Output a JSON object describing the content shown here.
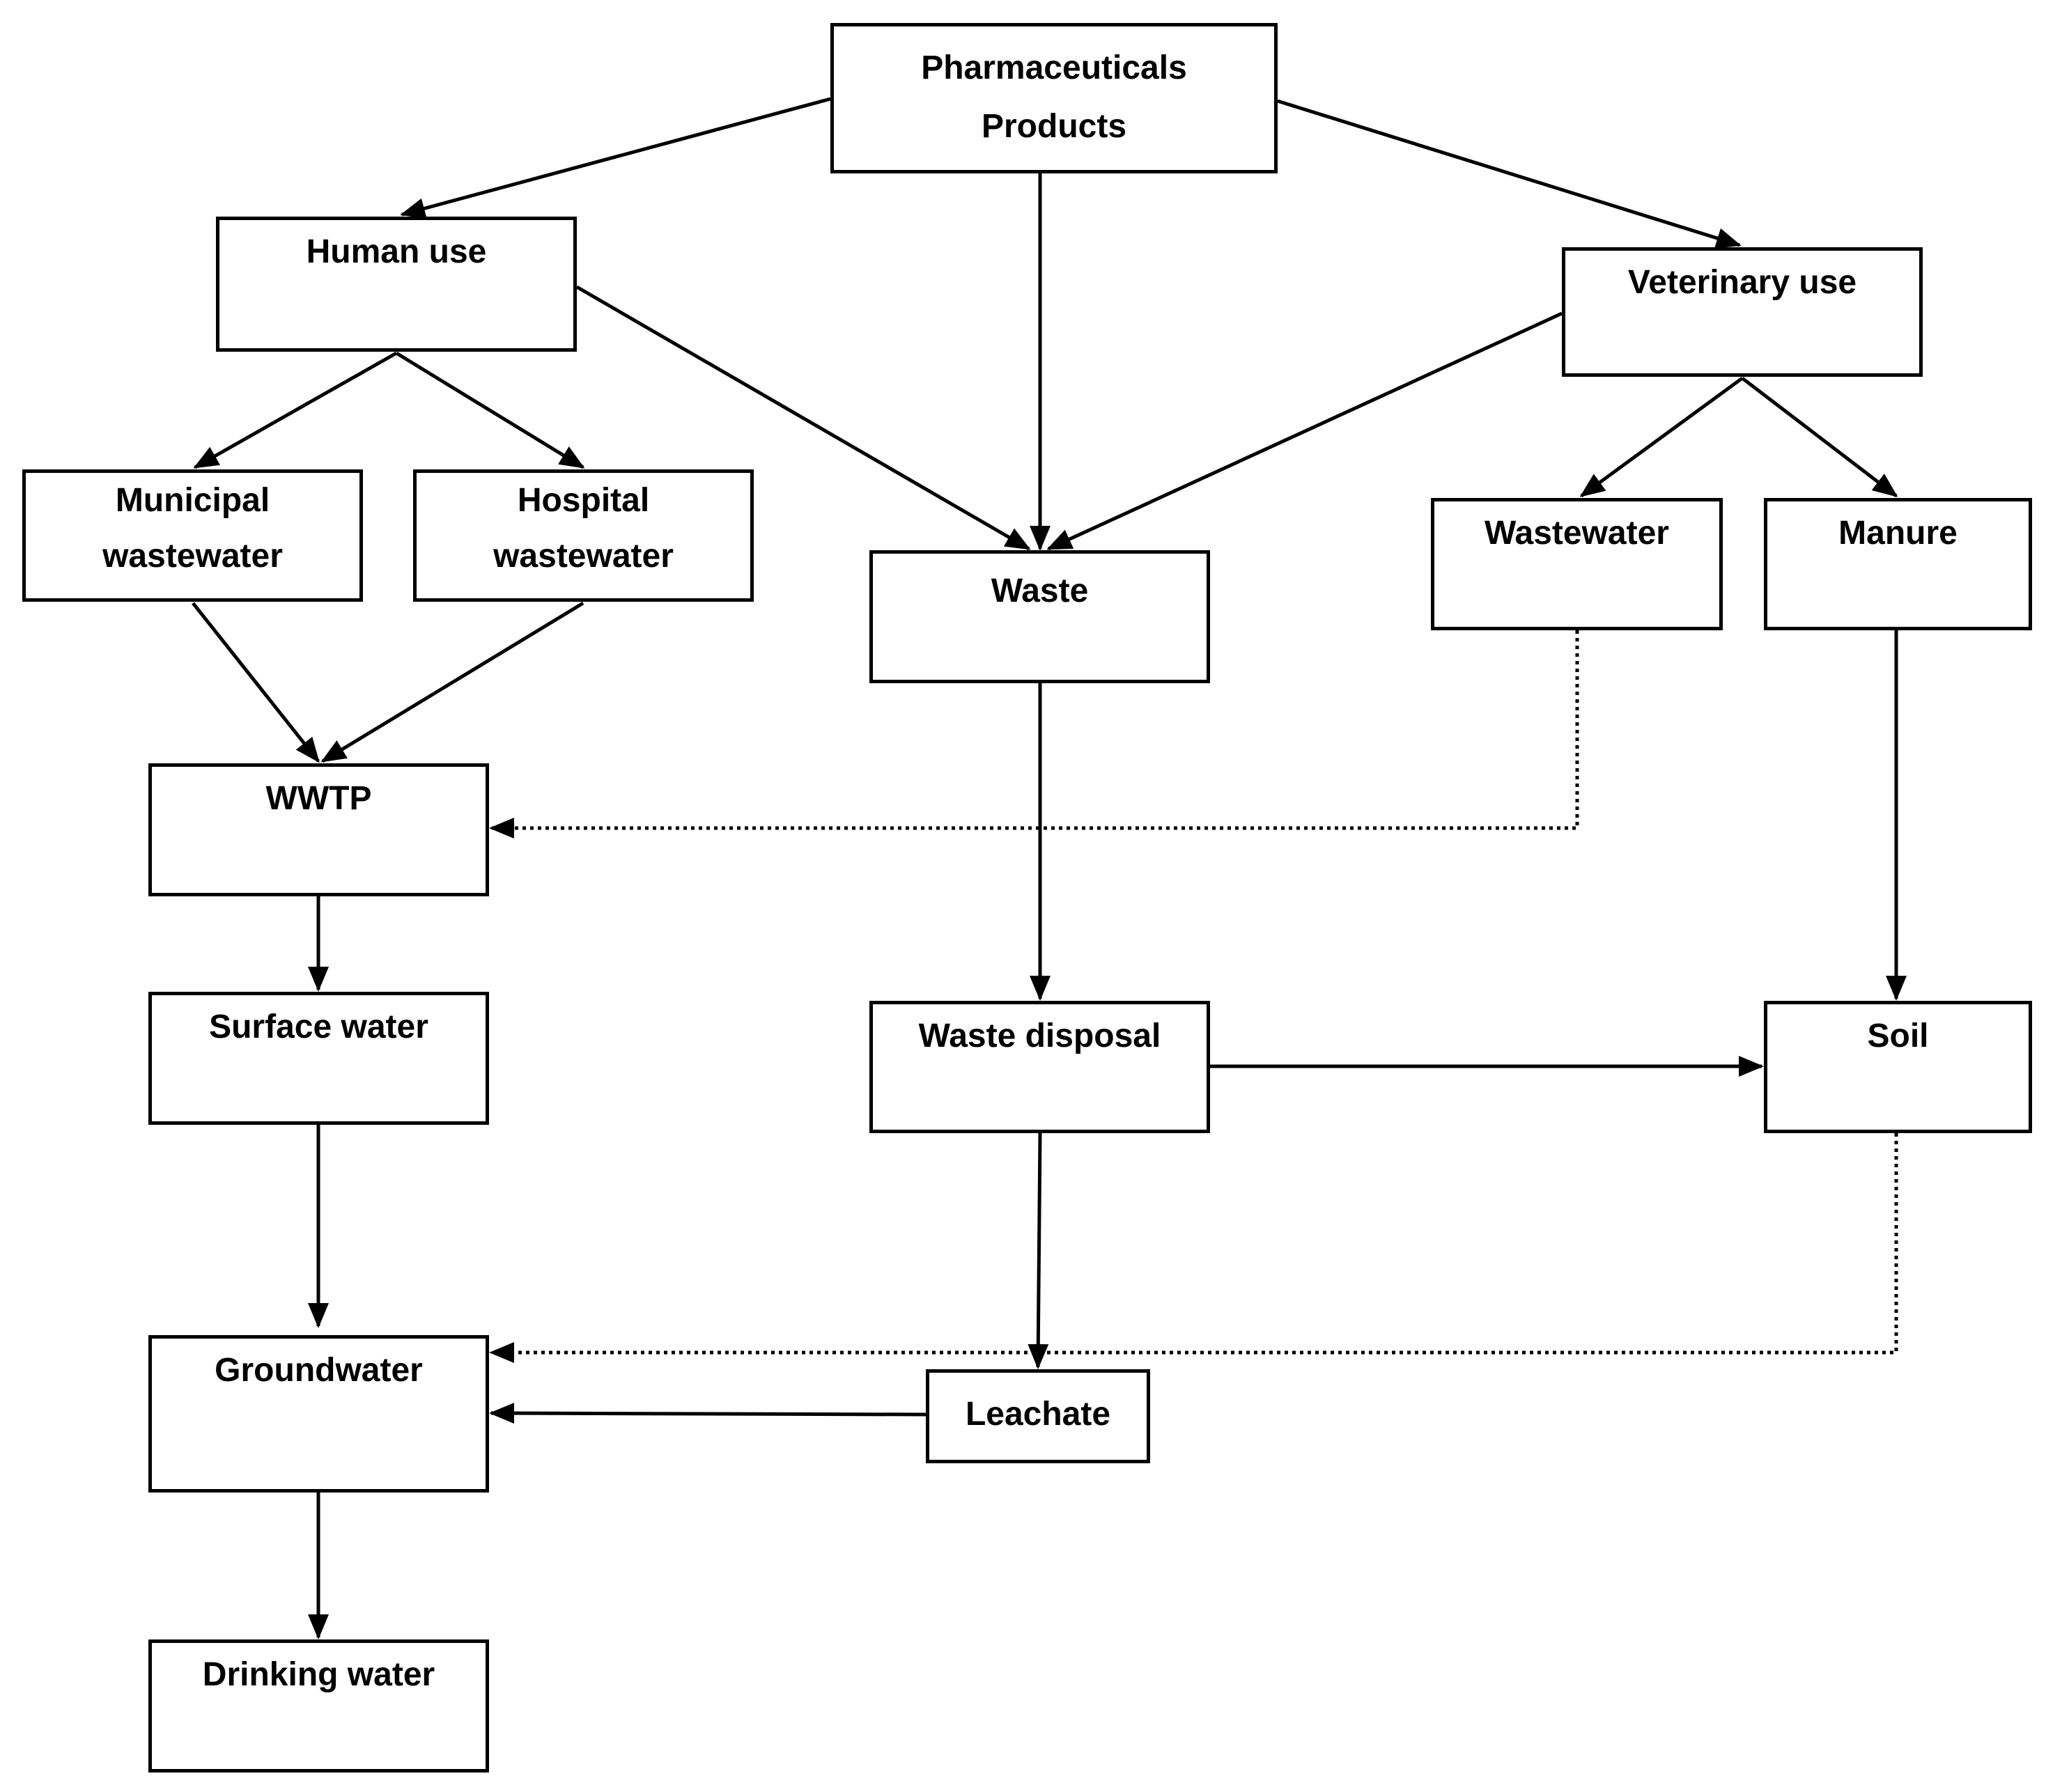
{
  "nodes": {
    "pharma": {
      "line1": "Pharmaceuticals",
      "line2": "Products"
    },
    "human_use": {
      "label": "Human use"
    },
    "veterinary_use": {
      "label": "Veterinary use"
    },
    "municipal": {
      "line1": "Municipal",
      "line2": "wastewater"
    },
    "hospital": {
      "line1": "Hospital",
      "line2": "wastewater"
    },
    "waste": {
      "label": "Waste"
    },
    "vet_wastewater": {
      "label": "Wastewater"
    },
    "manure": {
      "label": "Manure"
    },
    "wwtp": {
      "label": "WWTP"
    },
    "surface_water": {
      "label": "Surface water"
    },
    "waste_disposal": {
      "label": "Waste disposal"
    },
    "soil": {
      "label": "Soil"
    },
    "groundwater": {
      "label": "Groundwater"
    },
    "leachate": {
      "label": "Leachate"
    },
    "drinking_water": {
      "label": "Drinking water"
    }
  },
  "edges": [
    {
      "from": "Pharmaceuticals Products",
      "to": "Human use",
      "style": "solid"
    },
    {
      "from": "Pharmaceuticals Products",
      "to": "Waste",
      "style": "solid"
    },
    {
      "from": "Pharmaceuticals Products",
      "to": "Veterinary use",
      "style": "solid"
    },
    {
      "from": "Human use",
      "to": "Municipal wastewater",
      "style": "solid"
    },
    {
      "from": "Human use",
      "to": "Hospital wastewater",
      "style": "solid"
    },
    {
      "from": "Human use",
      "to": "Waste",
      "style": "solid"
    },
    {
      "from": "Veterinary use",
      "to": "Waste",
      "style": "solid"
    },
    {
      "from": "Veterinary use",
      "to": "Wastewater",
      "style": "solid"
    },
    {
      "from": "Veterinary use",
      "to": "Manure",
      "style": "solid"
    },
    {
      "from": "Municipal wastewater",
      "to": "WWTP",
      "style": "solid"
    },
    {
      "from": "Hospital wastewater",
      "to": "WWTP",
      "style": "solid"
    },
    {
      "from": "Wastewater",
      "to": "WWTP",
      "style": "dotted"
    },
    {
      "from": "Waste",
      "to": "Waste disposal",
      "style": "solid"
    },
    {
      "from": "Manure",
      "to": "Soil",
      "style": "solid"
    },
    {
      "from": "WWTP",
      "to": "Surface water",
      "style": "solid"
    },
    {
      "from": "Waste disposal",
      "to": "Soil",
      "style": "solid"
    },
    {
      "from": "Waste disposal",
      "to": "Leachate",
      "style": "solid"
    },
    {
      "from": "Surface water",
      "to": "Groundwater",
      "style": "solid"
    },
    {
      "from": "Soil",
      "to": "Groundwater",
      "style": "dotted"
    },
    {
      "from": "Leachate",
      "to": "Groundwater",
      "style": "solid"
    },
    {
      "from": "Groundwater",
      "to": "Drinking water",
      "style": "solid"
    }
  ],
  "colors": {
    "stroke": "#000000",
    "background": "#ffffff",
    "text": "#000000"
  }
}
